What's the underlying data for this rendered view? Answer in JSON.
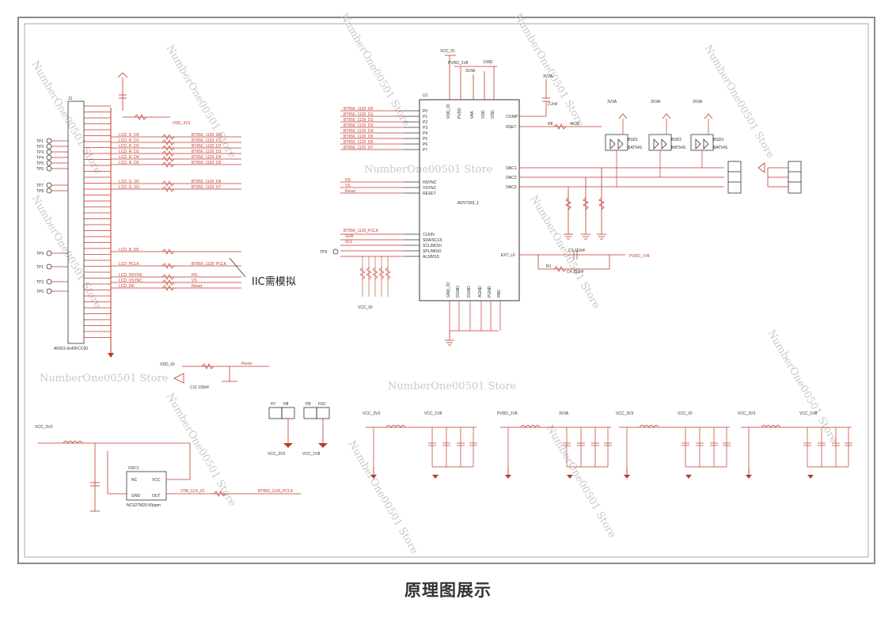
{
  "caption": "原理图展示",
  "annotation": "IIC需模拟",
  "watermark": "NumberOne00501 Store",
  "colors": {
    "wire": "#c0392b",
    "ink": "#333333",
    "watermark": "#c9c9c9",
    "border": "#7a7a7a"
  },
  "connector": {
    "ref": "J1",
    "part": "AF001-0x40FCC00"
  },
  "tp_labels": [
    "TP1",
    "TP2",
    "TP3",
    "TP4",
    "TP5",
    "TP6",
    "TP7",
    "TP8",
    "TP9",
    "TP1",
    "TP3",
    "TP0"
  ],
  "lcd_nets": [
    "LCD_R_D0",
    "LCD_R_D1",
    "LCD_R_D2",
    "LCD_R_D3",
    "LCD_R_D4",
    "LCD_R_D5",
    "LCD_G_D2",
    "LCD_G_D3",
    "LCD_B_D5",
    "LCD_PCLK",
    "LCD_HSYNC",
    "LCD_VSYNC",
    "LCD_DE"
  ],
  "bt_nets": [
    "BT656_1120_D0",
    "BT656_1120_D1",
    "BT656_1120_D2",
    "BT656_1120_D3",
    "BT656_1120_D4",
    "BT656_1120_D5",
    "BT656_1120_D6",
    "BT656_1120_D7",
    "BT656_1120_PCLK"
  ],
  "u1": {
    "ref": "U1",
    "part": "ADV7393_1",
    "top_pins": [
      "VDD_IO",
      "PVDD",
      "VAA",
      "VDD",
      "VDD"
    ],
    "left_pins": [
      "P0",
      "P1",
      "P2",
      "P3",
      "P4",
      "P5",
      "P6",
      "P7",
      "HSYNC",
      "VSYNC",
      "RESET",
      "CLKIN",
      "SDA/SCLK",
      "SCL/MOSI",
      "SPL/MISO",
      "ALSB/SS"
    ],
    "right_pins": [
      "COMP",
      "RSET",
      "DAC1",
      "DAC2",
      "DAC3",
      "EXT_LF"
    ],
    "bottom_pins": [
      "GND_IO",
      "DGND",
      "DGND",
      "AGND",
      "PGND",
      "PAD"
    ]
  },
  "supplies": [
    "VCC_IO",
    "PVDD_1V8",
    "3V3A",
    "1V8D",
    "VCC_3V3",
    "VCC_1V8",
    "PVDD_1V8",
    "3V3A",
    "VCC_3V3",
    "VCC_IO"
  ],
  "diodes": [
    {
      "ref": "BSD1",
      "part": "BAT54S"
    },
    {
      "ref": "BSD2",
      "part": "BAT54S"
    },
    {
      "ref": "BSD3",
      "part": "BAT54S"
    }
  ],
  "osc": {
    "ref": "OSC1",
    "pins": [
      "NC",
      "VCC",
      "GND",
      "OUT"
    ],
    "part": "NCS27M20-50ppm",
    "net": "27M_CLK_IO"
  },
  "reset_net": "Reset",
  "holes": [
    "H7",
    "H8",
    "H9",
    "H10"
  ]
}
